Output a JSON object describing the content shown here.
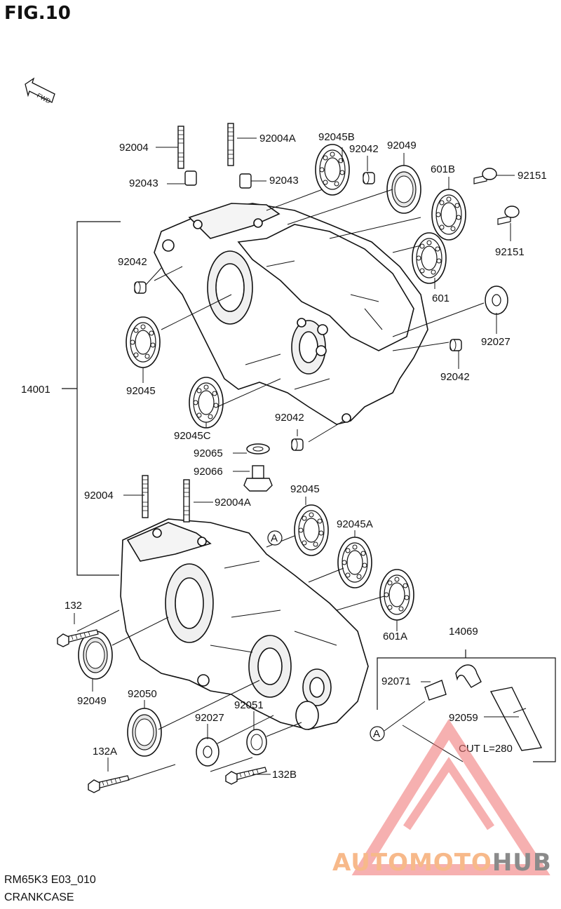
{
  "page": {
    "title": "FIG.10",
    "fwd_marker": "FWD"
  },
  "labels": {
    "l92004_top": "92004",
    "l92004A_top": "92004A",
    "l92045B": "92045B",
    "l92042_top": "92042",
    "l92049_top": "92049",
    "l601B": "601B",
    "l92151_a": "92151",
    "l92043_left": "92043",
    "l92043_right": "92043",
    "l92151_b": "92151",
    "l92042_left": "92042",
    "l601": "601",
    "l92027_right": "92027",
    "l92042_right": "92042",
    "l92045_left": "92045",
    "l14001": "14001",
    "l92045C": "92045C",
    "l92042_mid": "92042",
    "l92065": "92065",
    "l92066": "92066",
    "l92004_bot": "92004",
    "l92004A_bot": "92004A",
    "l92045_bot": "92045",
    "l92045A": "92045A",
    "lA_1": "A",
    "l601A": "601A",
    "l132": "132",
    "l14069": "14069",
    "l92071": "92071",
    "l92049_bot": "92049",
    "l92050": "92050",
    "l92027_bot": "92027",
    "l92051": "92051",
    "l92059": "92059",
    "lA_2": "A",
    "lcut": "CUT L=280",
    "l132A": "132A",
    "l132B": "132B"
  },
  "footer": {
    "code": "RM65K3 E03_010",
    "name": "CRANKCASE"
  },
  "watermark": {
    "part1": "AUTOMOTO",
    "part2": "HUB",
    "color_primary": "#f08a8a",
    "color_secondary": "#8a8a8a"
  }
}
